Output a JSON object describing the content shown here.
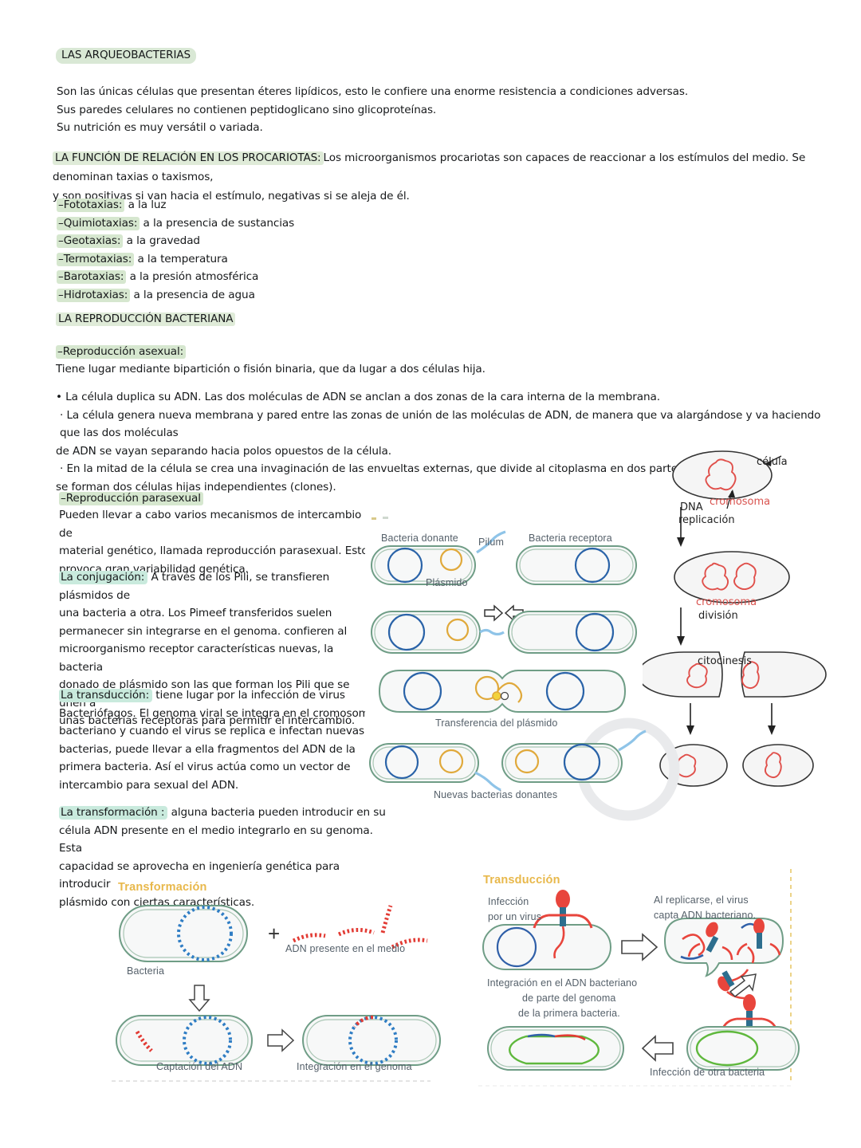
{
  "document": {
    "language": "es",
    "topic": "Apuntes de microbiología — arqueobacterias y reproducción bacteriana"
  },
  "sections": {
    "archaea": {
      "heading": "LAS ARQUEOBACTERIAS",
      "lines": [
        "Son las únicas células que presentan éteres lipídicos, esto le confiere una enorme resistencia a condiciones adversas.",
        "Sus paredes celulares no contienen peptidoglicano sino glicoproteínas.",
        "Su nutrición es muy versátil o variada."
      ]
    },
    "relation": {
      "heading": "LA FUNCIÓN DE RELACIÓN EN LOS PROCARIOTAS:",
      "intro_line1": "Los microorganismos procariotas son capaces de reaccionar a los estímulos del medio. Se denominan taxias o taxismos,",
      "intro_line2": "y son positivas si van hacia el estímulo, negativas si se aleja de él.",
      "taxias": [
        {
          "term": "–Fototaxias:",
          "desc": "a la luz"
        },
        {
          "term": "–Quimiotaxias:",
          "desc": "a la presencia de sustancias"
        },
        {
          "term": "–Geotaxias:",
          "desc": "a la gravedad"
        },
        {
          "term": "–Termotaxias:",
          "desc": "a la temperatura"
        },
        {
          "term": "–Barotaxias:",
          "desc": "a la presión atmosférica"
        },
        {
          "term": "–Hidrotaxias:",
          "desc": "a la presencia de agua"
        }
      ]
    },
    "reproduction": {
      "heading": "LA REPRODUCCIÓN BACTERIANA",
      "asexual": {
        "label": "–Reproducción asexual:",
        "intro": "Tiene lugar mediante bipartición o fisión binaria, que da lugar a dos células hija.",
        "bullets": [
          "• La célula duplica su ADN. Las dos moléculas de ADN se anclan a dos zonas de la cara interna de la membrana.",
          "· La célula genera nueva membrana y pared entre las zonas de unión de las moléculas de ADN, de manera que va alargándose y va haciendo que las dos moléculas",
          "de ADN se vayan separando hacia polos opuestos de la célula.",
          "· En la mitad de la célula se crea una invaginación de las envueltas externas, que divide al citoplasma en dos partes y",
          "se forman dos células hijas independientes (clones)."
        ]
      },
      "parasexual": {
        "label": "–Reproducción parasexual",
        "lines": [
          "Pueden llevar a cabo varios mecanismos de intercambio de",
          "material genético, llamada reproducción parasexual. Esto",
          "provoca gran variabilidad genética."
        ]
      },
      "conjugation": {
        "term": "La conjugación:",
        "lines": [
          " A través de los Pili, se transfieren plásmidos de",
          "una bacteria a otra. Los Pimeef transferidos suelen",
          "permanecer sin integrarse en el genoma. confieren al",
          "microorganismo receptor características nuevas, la bacteria",
          "donado de plásmido son las que forman los Pili que se unen a",
          "unas bacterias receptoras para permitir el intercambio."
        ]
      },
      "transduction": {
        "term": "La transducción:",
        "lines": [
          " tiene lugar por la infección de virus",
          "Bacteriófagos. El genoma viral se integra en el cromosoma",
          "bacteriano y cuando el virus se replica e infectan nuevas",
          "bacterias, puede llevar a ella fragmentos del ADN de la",
          "primera bacteria. Así el virus actúa como un vector de",
          "intercambio para sexual del ADN."
        ]
      },
      "transformation": {
        "term": "La transformación :",
        "lines": [
          " alguna bacteria pueden introducir en su",
          "célula ADN presente en el medio integrarlo en su genoma. Esta",
          "capacidad se aprovecha en ingeniería genética para introducir",
          "plásmido con ciertas características."
        ]
      }
    }
  },
  "diagrams": {
    "binary_fission": {
      "labels": {
        "cell": "célula",
        "chromosome": "cromosoma",
        "dna_replication_line1": "DNA",
        "dna_replication_line2": "replicación",
        "chromosome_division_line1": "cromosoma",
        "chromosome_division_line2": "división",
        "cytokinesis": "citocinesis"
      },
      "colors": {
        "chromosome": "#e0504b",
        "cell_outline": "#333333",
        "cell_fill": "#f4f4f4"
      }
    },
    "conjugation": {
      "labels": {
        "donor": "Bacteria donante",
        "pilum": "Pilum",
        "receptor": "Bacteria receptora",
        "plasmid": "Plásmido",
        "transfer": "Transferencia del plásmido",
        "new_donors": "Nuevas bacterias donantes"
      },
      "colors": {
        "membrane": "#6f9d86",
        "chromosome": "#2a63a8",
        "plasmid": "#e0a93b",
        "pilum": "#8fc4e8"
      }
    },
    "transformation": {
      "title": "Transformación",
      "labels": {
        "bacteria": "Bacteria",
        "plus": "+",
        "free_dna": "ADN presente en el medio",
        "uptake": "Captación del ADN",
        "integration": "Integración en el genoma"
      },
      "colors": {
        "membrane": "#6f9d86",
        "dna": "#2f7dc4",
        "foreign_dna": "#e23b34",
        "title": "#e8b84b"
      }
    },
    "transduction": {
      "title": "Transducción",
      "labels": {
        "infection_line1": "Infección",
        "infection_line2": "por un virus",
        "replicate_line1": "Al replicarse, el virus",
        "replicate_line2": "capta ADN bacteriano.",
        "integration_line1": "Integración en el ADN bacteriano",
        "integration_line2": "de parte del genoma",
        "integration_line3": "de la primera bacteria.",
        "other_infection": "Infección de otra bacteria"
      },
      "colors": {
        "membrane": "#6f9d86",
        "phage": "#e8453c",
        "phage_body": "#2d6e8e",
        "dna_blue": "#2f5fa8",
        "dna_red": "#e23b34",
        "dna_green": "#5fb83d",
        "title": "#e8b84b"
      }
    }
  }
}
